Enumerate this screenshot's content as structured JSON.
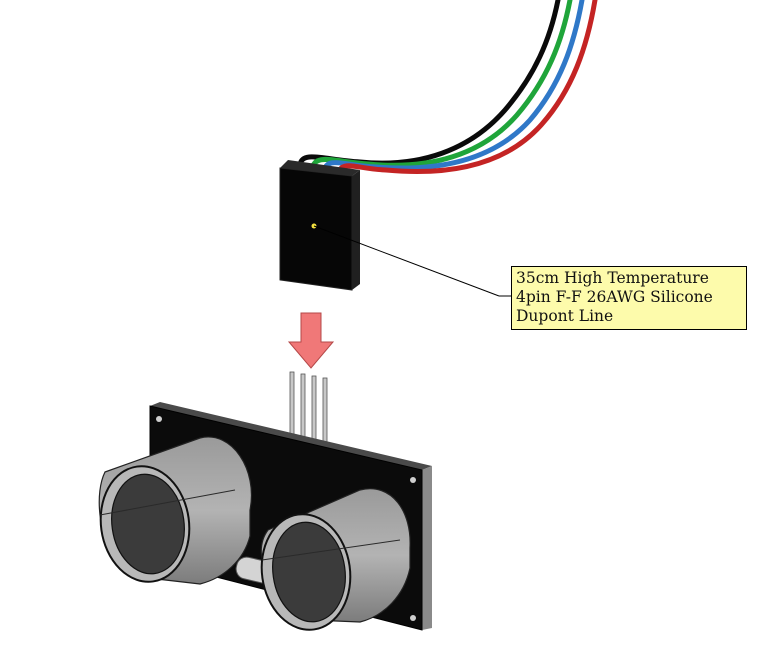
{
  "callout": {
    "lines": [
      "35cm High Temperature",
      "4pin F-F 26AWG Silicone",
      "Dupont Line"
    ]
  },
  "wires": [
    {
      "name": "black",
      "color": "#0a0a0a"
    },
    {
      "name": "green",
      "color": "#1fa53a"
    },
    {
      "name": "blue",
      "color": "#2f78c8"
    },
    {
      "name": "red",
      "color": "#c42424"
    }
  ],
  "arrow_color": "#f07878",
  "arrow_direction": "down",
  "transducer_count": 2,
  "pin_count": 4
}
